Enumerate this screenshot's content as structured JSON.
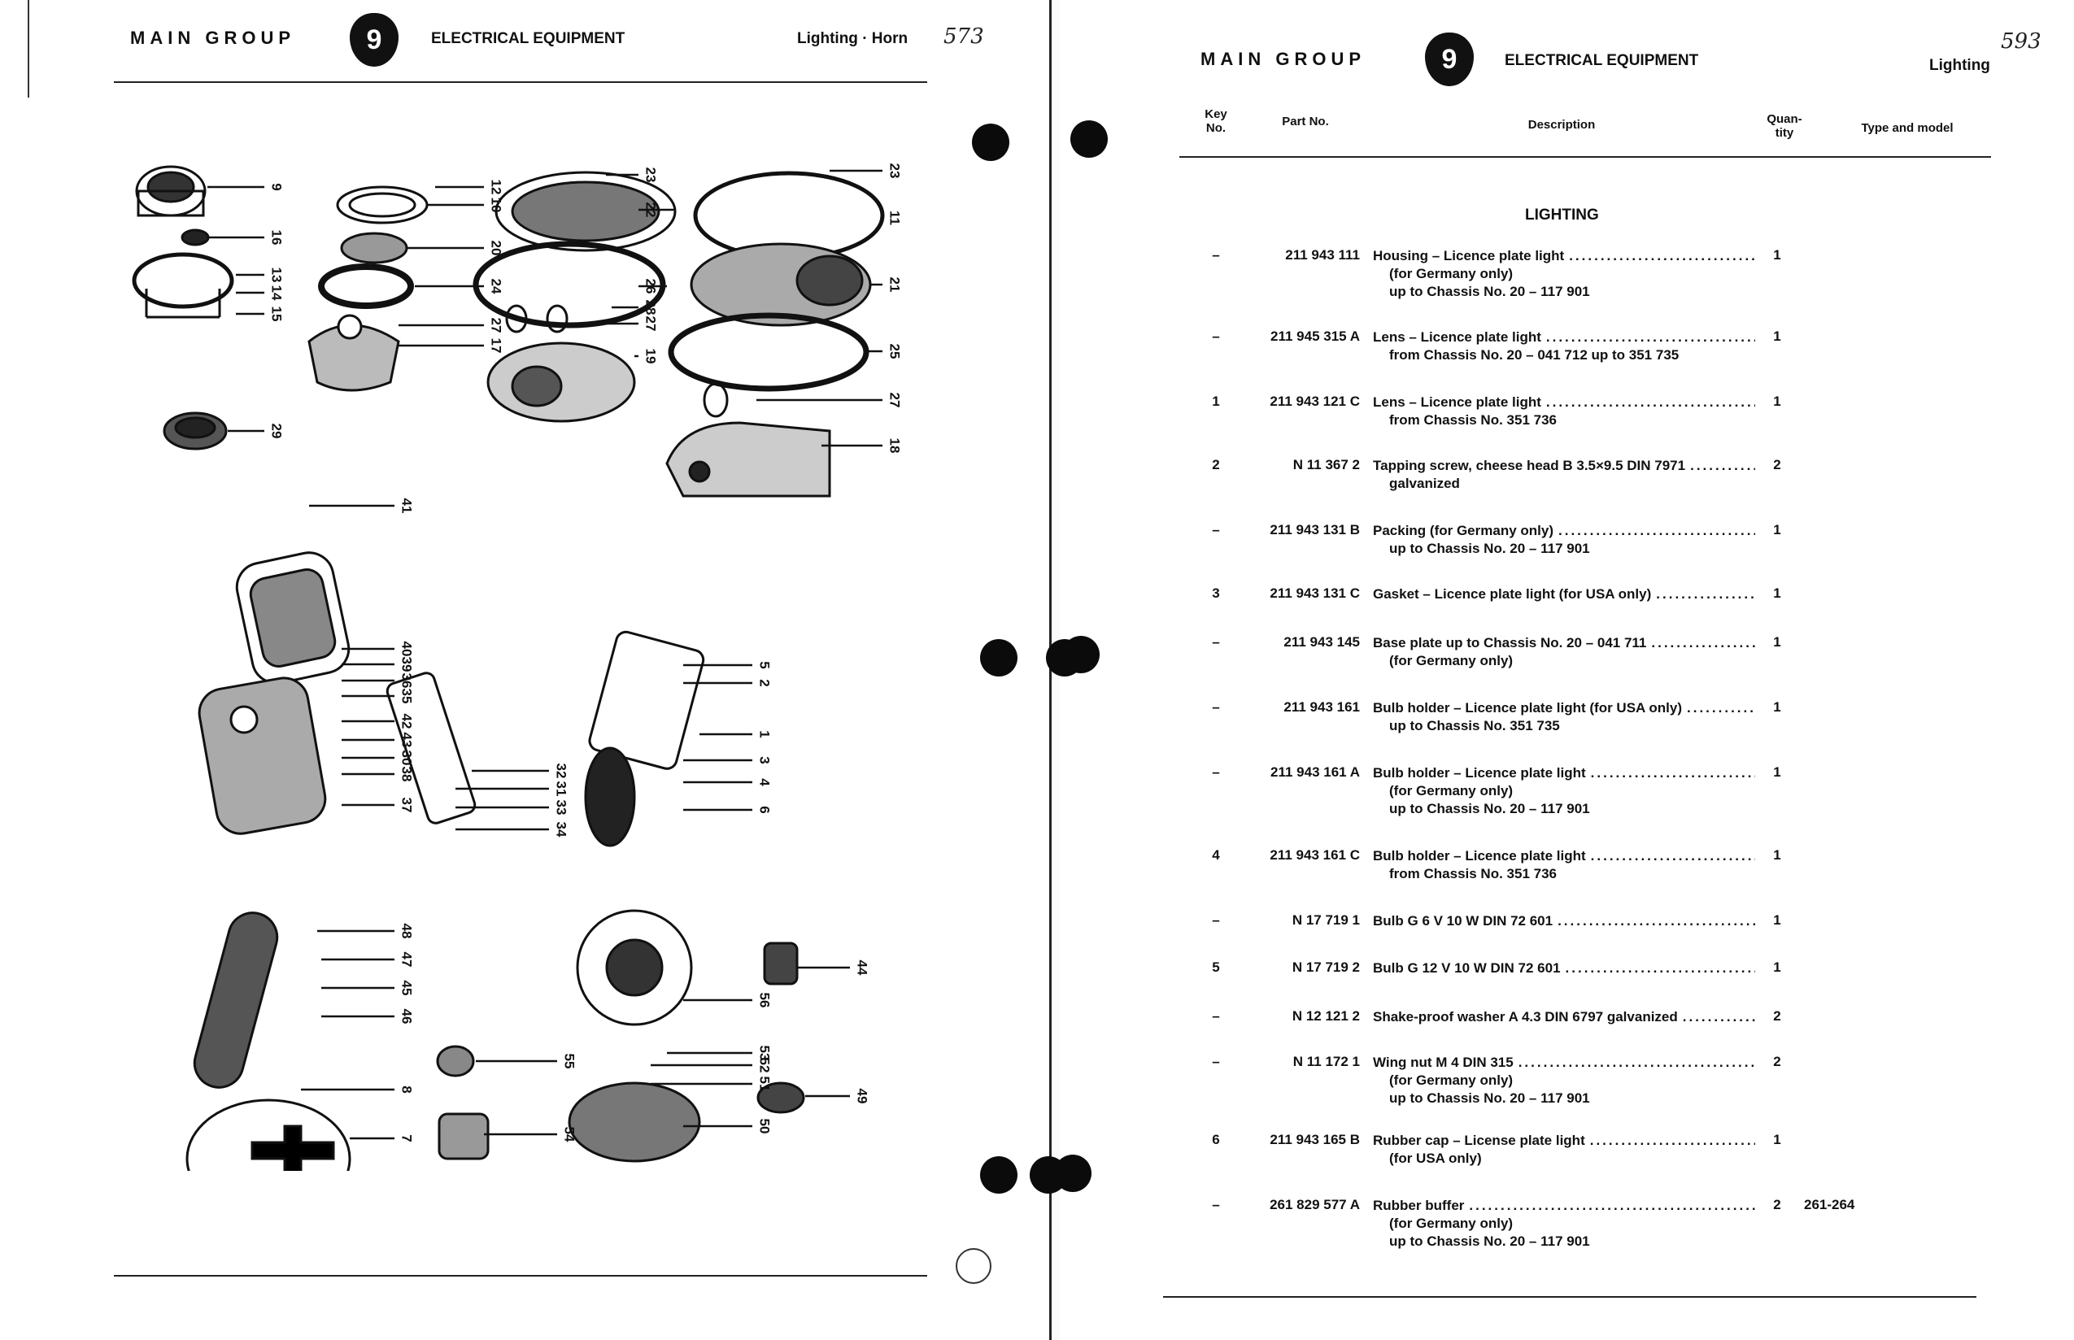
{
  "left_page": {
    "header": {
      "main_group": "MAIN GROUP",
      "group_number": "9",
      "group_title": "ELECTRICAL EQUIPMENT",
      "section": "Lighting · Horn",
      "page_note": "573"
    },
    "callouts": [
      {
        "label": "9"
      },
      {
        "label": "16"
      },
      {
        "label": "13"
      },
      {
        "label": "14"
      },
      {
        "label": "15"
      },
      {
        "label": "12"
      },
      {
        "label": "10"
      },
      {
        "label": "20"
      },
      {
        "label": "24"
      },
      {
        "label": "27"
      },
      {
        "label": "17"
      },
      {
        "label": "29"
      },
      {
        "label": "23"
      },
      {
        "label": "22"
      },
      {
        "label": "26"
      },
      {
        "label": "28"
      },
      {
        "label": "27"
      },
      {
        "label": "19"
      },
      {
        "label": "23"
      },
      {
        "label": "11"
      },
      {
        "label": "21"
      },
      {
        "label": "25"
      },
      {
        "label": "27"
      },
      {
        "label": "18"
      },
      {
        "label": "41"
      },
      {
        "label": "40"
      },
      {
        "label": "39"
      },
      {
        "label": "36"
      },
      {
        "label": "35"
      },
      {
        "label": "42"
      },
      {
        "label": "43"
      },
      {
        "label": "30"
      },
      {
        "label": "38"
      },
      {
        "label": "37"
      },
      {
        "label": "32"
      },
      {
        "label": "31"
      },
      {
        "label": "33"
      },
      {
        "label": "34"
      },
      {
        "label": "5"
      },
      {
        "label": "2"
      },
      {
        "label": "1"
      },
      {
        "label": "3"
      },
      {
        "label": "4"
      },
      {
        "label": "6"
      },
      {
        "label": "48"
      },
      {
        "label": "47"
      },
      {
        "label": "45"
      },
      {
        "label": "46"
      },
      {
        "label": "8"
      },
      {
        "label": "7"
      },
      {
        "label": "55"
      },
      {
        "label": "54"
      },
      {
        "label": "56"
      },
      {
        "label": "53"
      },
      {
        "label": "52"
      },
      {
        "label": "51"
      },
      {
        "label": "50"
      },
      {
        "label": "44"
      },
      {
        "label": "49"
      }
    ]
  },
  "right_page": {
    "header": {
      "main_group": "MAIN GROUP",
      "group_number": "9",
      "group_title": "ELECTRICAL EQUIPMENT",
      "section": "Lighting",
      "page_note": "593"
    },
    "columns": {
      "key_no": "Key\nNo.",
      "part_no": "Part No.",
      "description": "Description",
      "quantity": "Quan-\ntity",
      "type_model": "Type and model"
    },
    "section_title": "LIGHTING",
    "rows": [
      {
        "key": "–",
        "part": "211 943 111",
        "desc": "Housing – Licence plate light",
        "sub": [
          "(for Germany only)",
          "up to Chassis No. 20 – 117 901"
        ],
        "qty": "1",
        "type": ""
      },
      {
        "key": "–",
        "part": "211 945 315 A",
        "desc": "Lens – Licence plate light",
        "sub": [
          "from Chassis No. 20 – 041 712 up to 351 735"
        ],
        "qty": "1",
        "type": ""
      },
      {
        "key": "1",
        "part": "211 943 121 C",
        "desc": "Lens – Licence plate light",
        "sub": [
          "from Chassis No. 351 736"
        ],
        "qty": "1",
        "type": ""
      },
      {
        "key": "2",
        "part": "N 11 367 2",
        "desc": "Tapping screw, cheese head B 3.5×9.5 DIN 7971",
        "sub": [
          "galvanized"
        ],
        "qty": "2",
        "type": ""
      },
      {
        "key": "–",
        "part": "211 943 131 B",
        "desc": "Packing (for Germany only)",
        "sub": [
          "up to Chassis No. 20 – 117 901"
        ],
        "qty": "1",
        "type": ""
      },
      {
        "key": "3",
        "part": "211 943 131 C",
        "desc": "Gasket – Licence plate light (for USA only)",
        "sub": [],
        "qty": "1",
        "type": ""
      },
      {
        "key": "–",
        "part": "211 943 145",
        "desc": "Base plate up to Chassis No. 20 – 041 711",
        "sub": [
          "(for Germany only)"
        ],
        "qty": "1",
        "type": ""
      },
      {
        "key": "–",
        "part": "211 943 161",
        "desc": "Bulb holder – Licence plate light (for USA only)",
        "sub": [
          "up to Chassis No. 351 735"
        ],
        "qty": "1",
        "type": ""
      },
      {
        "key": "–",
        "part": "211 943 161 A",
        "desc": "Bulb holder – Licence plate light",
        "sub": [
          "(for Germany only)",
          "up to Chassis No. 20 – 117 901"
        ],
        "qty": "1",
        "type": ""
      },
      {
        "key": "4",
        "part": "211 943 161 C",
        "desc": "Bulb holder – Licence plate light",
        "sub": [
          "from Chassis No. 351 736"
        ],
        "qty": "1",
        "type": ""
      },
      {
        "key": "–",
        "part": "N 17 719 1",
        "desc": "Bulb G 6 V 10 W DIN 72 601",
        "sub": [],
        "qty": "1",
        "type": ""
      },
      {
        "key": "5",
        "part": "N 17 719 2",
        "desc": "Bulb G 12 V 10 W DIN 72 601",
        "sub": [],
        "qty": "1",
        "type": ""
      },
      {
        "key": "–",
        "part": "N 12 121 2",
        "desc": "Shake-proof washer A 4.3 DIN 6797 galvanized",
        "sub": [],
        "qty": "2",
        "type": ""
      },
      {
        "key": "–",
        "part": "N 11 172 1",
        "desc": "Wing nut M 4 DIN 315",
        "sub": [
          "(for Germany only)",
          "up to Chassis No. 20 – 117 901"
        ],
        "qty": "2",
        "type": ""
      },
      {
        "key": "6",
        "part": "211 943 165 B",
        "desc": "Rubber cap – License plate light",
        "sub": [
          "(for USA only)"
        ],
        "qty": "1",
        "type": ""
      },
      {
        "key": "–",
        "part": "261 829 577 A",
        "desc": "Rubber buffer",
        "sub": [
          "(for Germany only)",
          "up to Chassis No. 20 – 117 901"
        ],
        "qty": "2",
        "type": "261-264"
      }
    ]
  }
}
